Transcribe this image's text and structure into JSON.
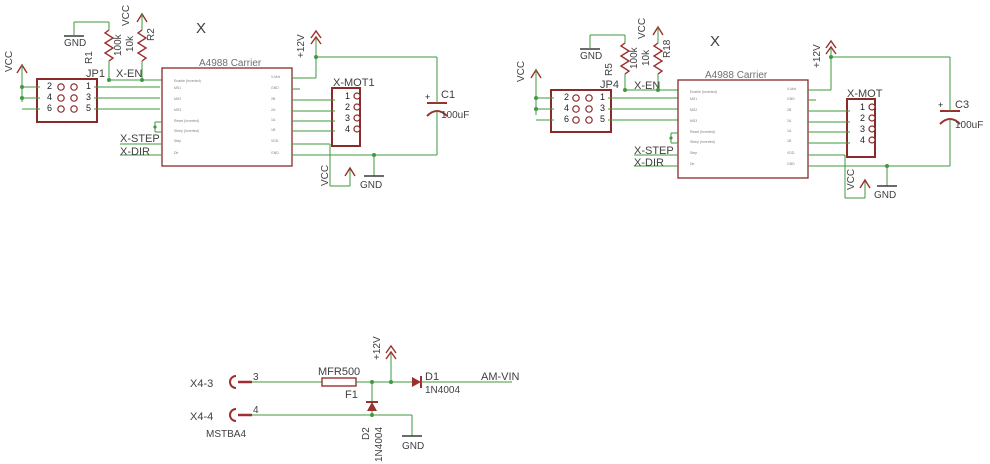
{
  "left": {
    "title": "X",
    "chip_name": "A4988 Carrier",
    "header_name": "JP1",
    "header_pins_left": [
      "2",
      "4",
      "6"
    ],
    "header_pins_right": [
      "1",
      "3",
      "5"
    ],
    "motor_conn": "X-MOT1",
    "motor_pins": [
      "1",
      "2",
      "3",
      "4"
    ],
    "cap_name": "C1",
    "cap_value": "100uF",
    "r_a_name": "R1",
    "r_a_value": "100k",
    "r_b_name": "R2",
    "r_b_value": "10k",
    "net_en": "X-EN",
    "net_step": "X-STEP",
    "net_dir": "X-DIR",
    "vcc": "VCC",
    "gnd": "GND",
    "v12": "+12V",
    "chip_pins_left": [
      "Enable (Inverted)",
      "MS1",
      "MS2",
      "MS3",
      "Reset (Inverted)",
      "Sleep (Inverted)",
      "Step",
      "Dir"
    ],
    "chip_pins_right": [
      "V-Mot",
      "GND",
      "2B",
      "2A",
      "1A",
      "1B",
      "VDD",
      "GND"
    ]
  },
  "right": {
    "title": "X",
    "chip_name": "A4988 Carrier",
    "header_name": "JP4",
    "header_pins_left": [
      "2",
      "4",
      "6"
    ],
    "header_pins_right": [
      "1",
      "3",
      "5"
    ],
    "motor_conn": "X-MOT",
    "motor_pins": [
      "1",
      "2",
      "3",
      "4"
    ],
    "cap_name": "C3",
    "cap_value": "100uF",
    "r_a_name": "R5",
    "r_a_value": "100k",
    "r_b_name": "R18",
    "r_b_value": "10k",
    "net_en": "X-EN",
    "net_step": "X-STEP",
    "net_dir": "X-DIR",
    "vcc": "VCC",
    "gnd": "GND",
    "v12": "+12V",
    "chip_pins_left": [
      "Enable (Inverted)",
      "MS1",
      "MS2",
      "MS3",
      "Reset (Inverted)",
      "Sleep (Inverted)",
      "Step",
      "Dir"
    ],
    "chip_pins_right": [
      "V-Mot",
      "GND",
      "2B",
      "2A",
      "1A",
      "1B",
      "VDD",
      "GND"
    ]
  },
  "power": {
    "term_top": "X4-3",
    "term_bottom": "X4-4",
    "term_name": "MSTBA4",
    "pin_top": "3",
    "pin_bottom": "4",
    "fuse_value": "MFR500",
    "fuse_name": "F1",
    "d1_name": "D1",
    "d1_value": "1N4004",
    "d2_name": "D2",
    "d2_value": "1N4004",
    "net_out": "AM-VIN",
    "v12": "+12V",
    "gnd": "GND"
  }
}
